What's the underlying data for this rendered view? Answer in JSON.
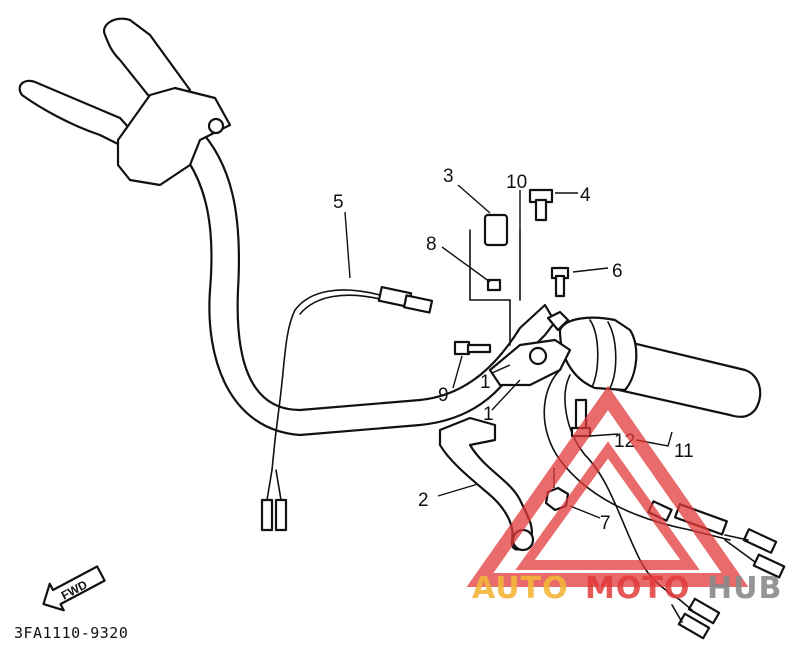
{
  "diagram": {
    "part_code": "3FA1110-9320",
    "direction_label": "FWD",
    "callouts": {
      "c1_left": "1",
      "c1_right": "1",
      "c2": "2",
      "c3": "3",
      "c4": "4",
      "c5": "5",
      "c6": "6",
      "c7": "7",
      "c8": "8",
      "c9": "9",
      "c10": "10",
      "c11": "11",
      "c12": "12"
    }
  },
  "watermark": {
    "brand_part1": "AUTO",
    "brand_part2": "MOTO",
    "brand_part3": "HUB",
    "colors": {
      "orange": "#f2b53a",
      "red": "#e23a3a",
      "gray": "#8a8a8a"
    }
  }
}
